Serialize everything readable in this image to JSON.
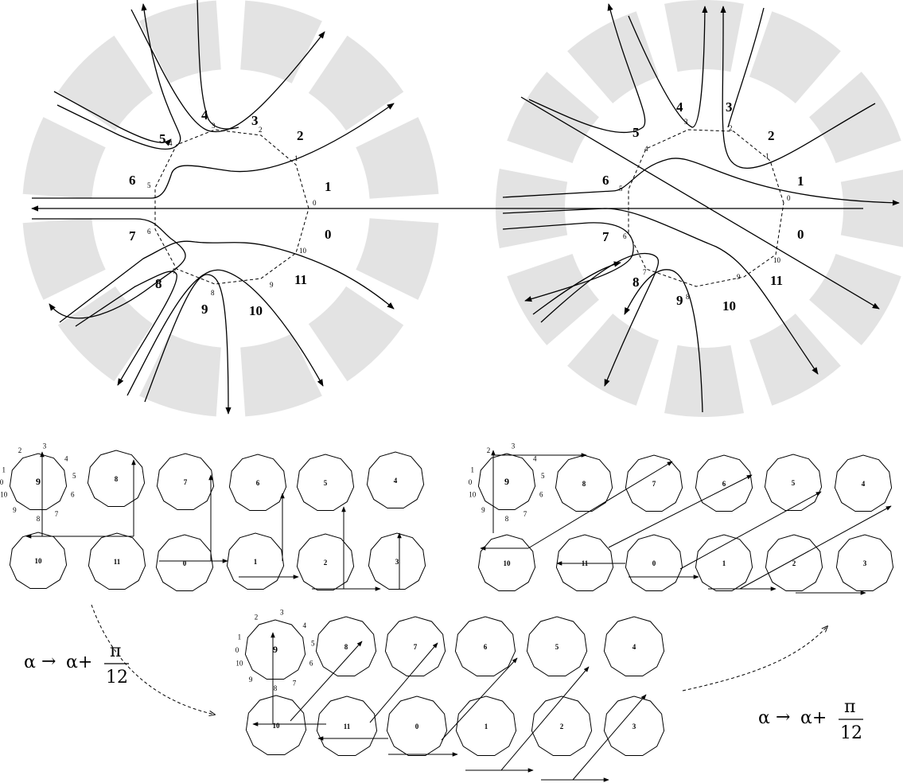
{
  "sector_labels": [
    "0",
    "1",
    "2",
    "3",
    "4",
    "5",
    "6",
    "7",
    "8",
    "9",
    "10",
    "11"
  ],
  "vertex_labels": [
    "0",
    "1",
    "2",
    "3",
    "4",
    "5",
    "6",
    "7",
    "8",
    "9",
    "10"
  ],
  "node_labels": [
    "0",
    "1",
    "2",
    "3",
    "4",
    "5",
    "6",
    "7",
    "8",
    "9",
    "10",
    "11"
  ],
  "transform": {
    "alpha": "α",
    "arrow": "→",
    "plus": "α+",
    "pi": "π",
    "denominator": "12"
  },
  "colors": {
    "sector": "#e3e3e3",
    "line": "#000000"
  }
}
